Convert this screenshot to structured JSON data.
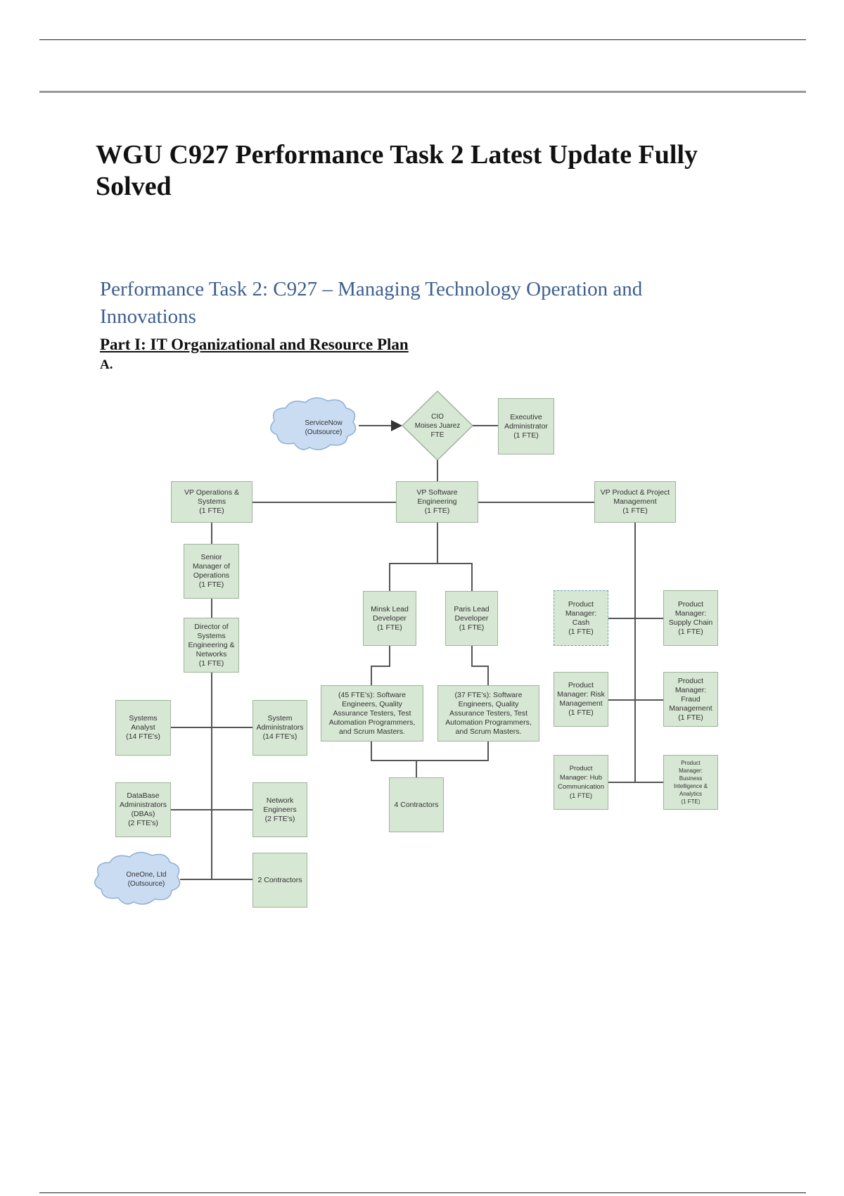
{
  "document": {
    "title": "WGU C927 Performance Task 2 Latest Update Fully Solved",
    "subtitle": "Performance Task 2: C927 – Managing Technology Operation and Innovations",
    "part_heading": "Part I: IT Organizational and Resource Plan",
    "section_letter": "A."
  },
  "org_chart": {
    "servicenow": "ServiceNow\n(Outsource)",
    "cio": "CIO\nMoises Juarez\nFTE",
    "exec_admin": "Executive\nAdministrator\n(1 FTE)",
    "vp_ops": "VP Operations &\nSystems\n(1 FTE)",
    "vp_sw": "VP Software\nEngineering\n(1 FTE)",
    "vp_product": "VP Product & Project\nManagement\n(1 FTE)",
    "senior_mgr_ops": "Senior\nManager of\nOperations\n(1 FTE)",
    "director_sys": "Director of\nSystems\nEngineering &\nNetworks\n(1 FTE)",
    "systems_analyst": "Systems\nAnalyst\n(14 FTE's)",
    "system_admins": "System\nAdministrators\n(14 FTE's)",
    "dba": "DataBase\nAdministrators\n(DBAs)\n(2 FTE's)",
    "network_eng": "Network\nEngineers\n(2 FTE's)",
    "oneone": "OneOne, Ltd\n(Outsource)",
    "two_contractors": "2 Contractors",
    "minsk_lead": "Minsk Lead\nDeveloper\n(1 FTE)",
    "paris_lead": "Paris Lead\nDeveloper\n(1 FTE)",
    "minsk_team": "(45 FTE's): Software\nEngineers, Quality\nAssurance Testers, Test\nAutomation Programmers,\nand Scrum Masters.",
    "paris_team": "(37 FTE's): Software\nEngineers, Quality\nAssurance Testers, Test\nAutomation Programmers,\nand Scrum Masters.",
    "four_contractors": "4 Contractors",
    "pm_cash": "Product\nManager:\nCash\n(1 FTE)",
    "pm_supply": "Product\nManager:\nSupply Chain\n(1 FTE)",
    "pm_risk": "Product\nManager: Risk\nManagement\n(1 FTE)",
    "pm_fraud": "Product\nManager:\nFraud\nManagement\n(1 FTE)",
    "pm_hub": "Product\nManager: Hub\nCommunication\n(1 FTE)",
    "pm_bi": "Product\nManager:\nBusiness\nIntelligence &\nAnalytics\n(1 FTE)"
  }
}
